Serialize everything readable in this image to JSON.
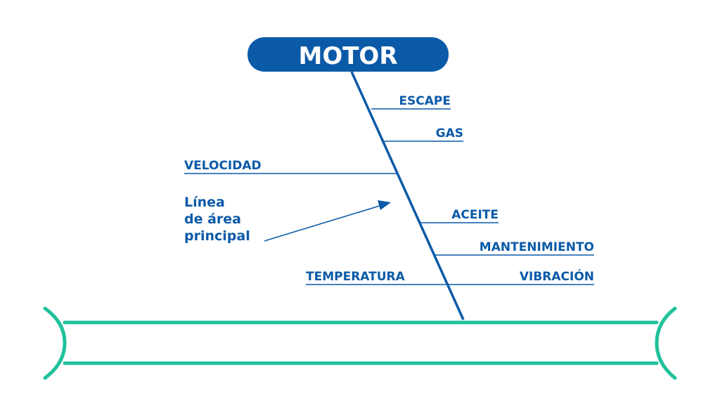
{
  "title": "MOTOR",
  "causes": {
    "escape": "ESCAPE",
    "gas": "GAS",
    "velocidad": "VELOCIDAD",
    "aceite": "ACEITE",
    "mantenimiento": "MANTENIMIENTO",
    "temperatura": "TEMPERATURA",
    "vibracion": "VIBRACIÓN"
  },
  "annotation": {
    "line1": "Línea",
    "line2": "de área",
    "line3": "principal"
  },
  "colors": {
    "primary_blue": "#0b5aa8",
    "spine_green": "#1fc19b",
    "title_text": "#ffffff"
  }
}
